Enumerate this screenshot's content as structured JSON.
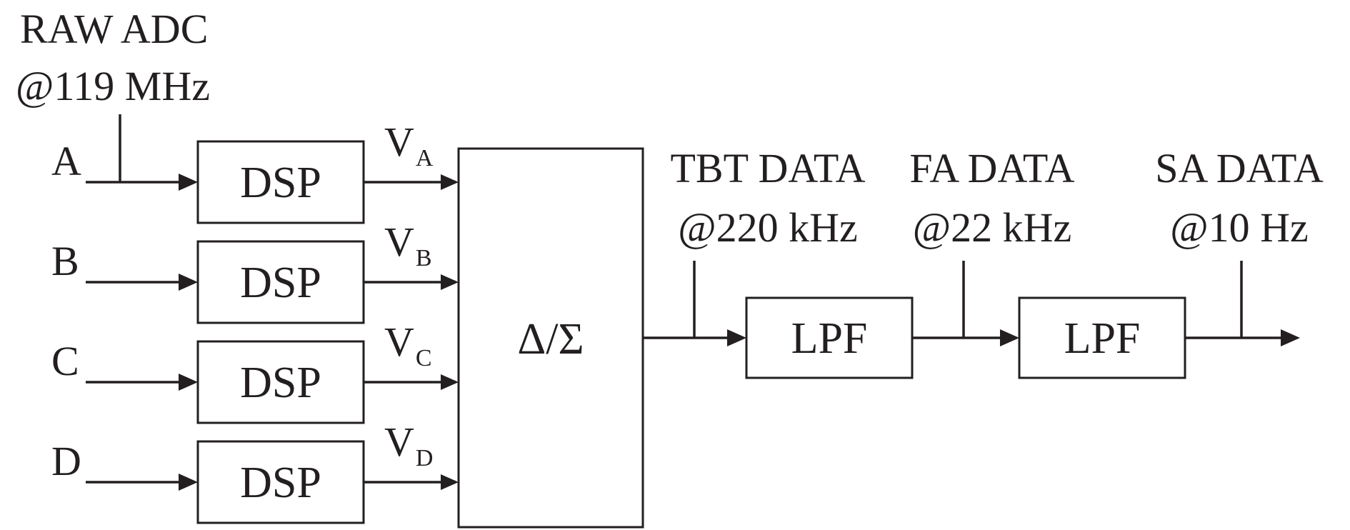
{
  "raw_adc": {
    "title": "RAW ADC",
    "rate": "@119 MHz"
  },
  "inputs": [
    {
      "label": "A",
      "block": "DSP",
      "output_symbol": "V",
      "output_subscript": "A"
    },
    {
      "label": "B",
      "block": "DSP",
      "output_symbol": "V",
      "output_subscript": "B"
    },
    {
      "label": "C",
      "block": "DSP",
      "output_symbol": "V",
      "output_subscript": "C"
    },
    {
      "label": "D",
      "block": "DSP",
      "output_symbol": "V",
      "output_subscript": "D"
    }
  ],
  "combiner": {
    "label": "Δ/Σ"
  },
  "filters": [
    {
      "label": "LPF"
    },
    {
      "label": "LPF"
    }
  ],
  "taps": [
    {
      "name": "TBT DATA",
      "rate": "@220 kHz"
    },
    {
      "name": "FA DATA",
      "rate": "@22 kHz"
    },
    {
      "name": "SA DATA",
      "rate": "@10 Hz"
    }
  ],
  "colors": {
    "ink": "#231f20",
    "background": "#ffffff"
  }
}
